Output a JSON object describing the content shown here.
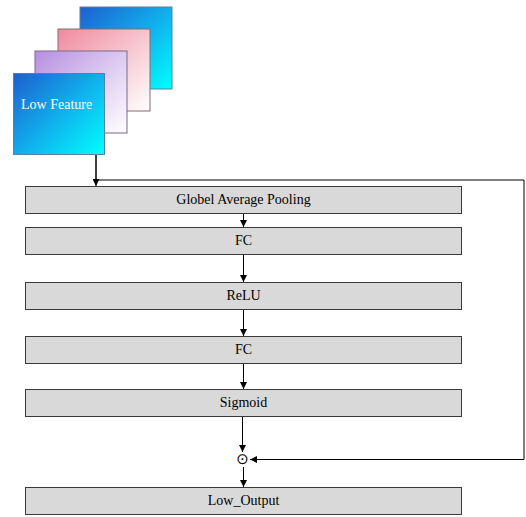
{
  "diagram": {
    "nodes": [
      {
        "text": [
          "Low Feature"
        ]
      },
      {
        "text": [
          "Globel Average Pooling"
        ]
      },
      {
        "text": [
          "FC"
        ]
      },
      {
        "text": [
          "ReLU"
        ]
      },
      {
        "text": [
          "FC"
        ]
      },
      {
        "text": [
          "Sigmoid"
        ]
      },
      {
        "text": [
          "⊙"
        ]
      },
      {
        "text": [
          "Low_Output"
        ]
      }
    ],
    "edges": [
      {
        "from": 0,
        "to": 1,
        "arrow": "to"
      },
      {
        "from": 1,
        "to": 2,
        "arrow": "to"
      },
      {
        "from": 2,
        "to": 3,
        "arrow": "to"
      },
      {
        "from": 3,
        "to": 4,
        "arrow": "to"
      },
      {
        "from": 4,
        "to": 5,
        "arrow": "to"
      },
      {
        "from": 5,
        "to": 6,
        "arrow": "to"
      },
      {
        "from": 0,
        "to": 6,
        "arrow": "to"
      },
      {
        "from": 6,
        "to": 7,
        "arrow": "to"
      }
    ]
  }
}
